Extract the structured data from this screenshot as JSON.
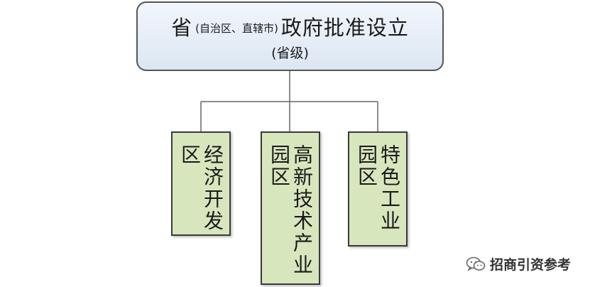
{
  "root": {
    "prefix": "省",
    "parenthetical": "(自治区、直辖市)",
    "suffix": "政府批准设立",
    "level": "(省级)"
  },
  "children": [
    {
      "label": "经济开发区"
    },
    {
      "label": "高新技术产业园区"
    },
    {
      "label": "特色工业园区"
    }
  ],
  "watermark": {
    "text": "招商引资参考",
    "icon": "wechat-icon"
  },
  "colors": {
    "root_fill": "#dce6f2",
    "child_fill": "#d8e6bd",
    "line": "#666666"
  }
}
